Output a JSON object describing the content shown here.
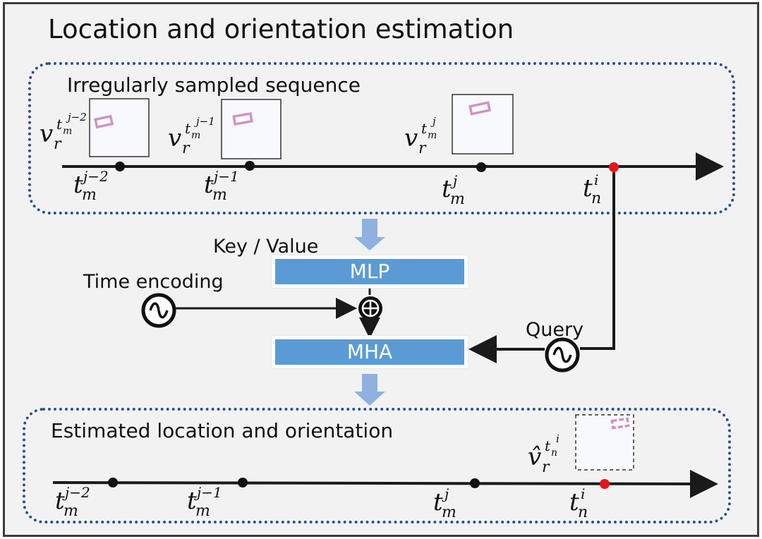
{
  "title": "Location and orientation estimation",
  "top_panel": {
    "label": "Irregularly sampled sequence",
    "observations": [
      {
        "v_base": "v",
        "v_sub": "r",
        "v_sup_base": "t",
        "v_sup_sub": "m",
        "v_sup_sup": "j−2",
        "time_base": "t",
        "time_sub": "m",
        "time_sup": "j−2"
      },
      {
        "v_base": "v",
        "v_sub": "r",
        "v_sup_base": "t",
        "v_sup_sub": "m",
        "v_sup_sup": "j−1",
        "time_base": "t",
        "time_sub": "m",
        "time_sup": "j−1"
      },
      {
        "v_base": "v",
        "v_sub": "r",
        "v_sup_base": "t",
        "v_sup_sub": "m",
        "v_sup_sup": "j",
        "time_base": "t",
        "time_sub": "m",
        "time_sup": "j"
      }
    ],
    "query_time": {
      "base": "t",
      "sub": "n",
      "sup": "i"
    }
  },
  "middle": {
    "key_value_label": "Key / Value",
    "mlp_label": "MLP",
    "mha_label": "MHA",
    "time_encoding_label": "Time encoding",
    "query_label": "Query",
    "plus_symbol": "+"
  },
  "bottom_panel": {
    "label": "Estimated location and orientation",
    "estimate": {
      "base": "v̂",
      "sub": "r",
      "sup_base": "t",
      "sup_sub": "n",
      "sup_sup": "i"
    },
    "times": [
      {
        "base": "t",
        "sub": "m",
        "sup": "j−2"
      },
      {
        "base": "t",
        "sub": "m",
        "sup": "j−1"
      },
      {
        "base": "t",
        "sub": "m",
        "sup": "j"
      },
      {
        "base": "t",
        "sub": "n",
        "sup": "i"
      }
    ]
  },
  "colors": {
    "block_fill": "#5b9bd5",
    "flow_arrow": "#8fb1df",
    "dotted_border": "#2e4f8f",
    "query_point": "#e8141a",
    "observed_point": "#111111",
    "object_box": "#d291c4",
    "frame_fill": "#f7f9fd"
  }
}
